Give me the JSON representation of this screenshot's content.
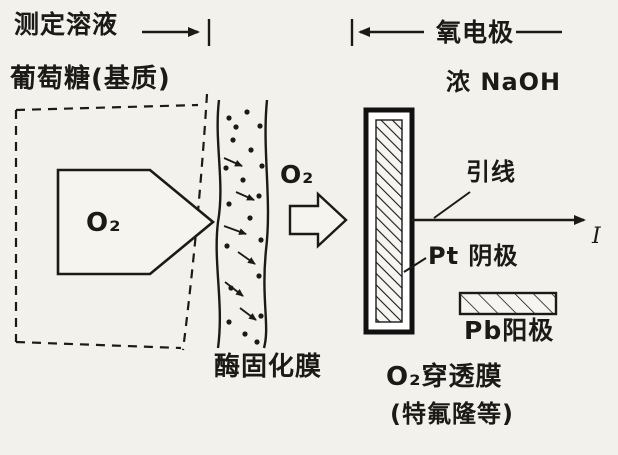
{
  "colors": {
    "paper": "#f3f1ec",
    "ink": "#1c1a17"
  },
  "labels": {
    "measuring_solution": "测定溶液",
    "glucose_substrate": "葡萄糖(基质)",
    "o2_inner": "O₂",
    "o2_flow": "O₂",
    "enzyme_membrane": "酶固化膜",
    "oxygen_electrode": "氧电极",
    "naoh": "浓 NaOH",
    "lead_wire": "引线",
    "current": "I",
    "pt_cathode": "Pt 阴极",
    "pb_anode": "Pb阳极",
    "o2_permeable_membrane": "O₂穿透膜",
    "teflon_note": "(特氟隆等)"
  }
}
